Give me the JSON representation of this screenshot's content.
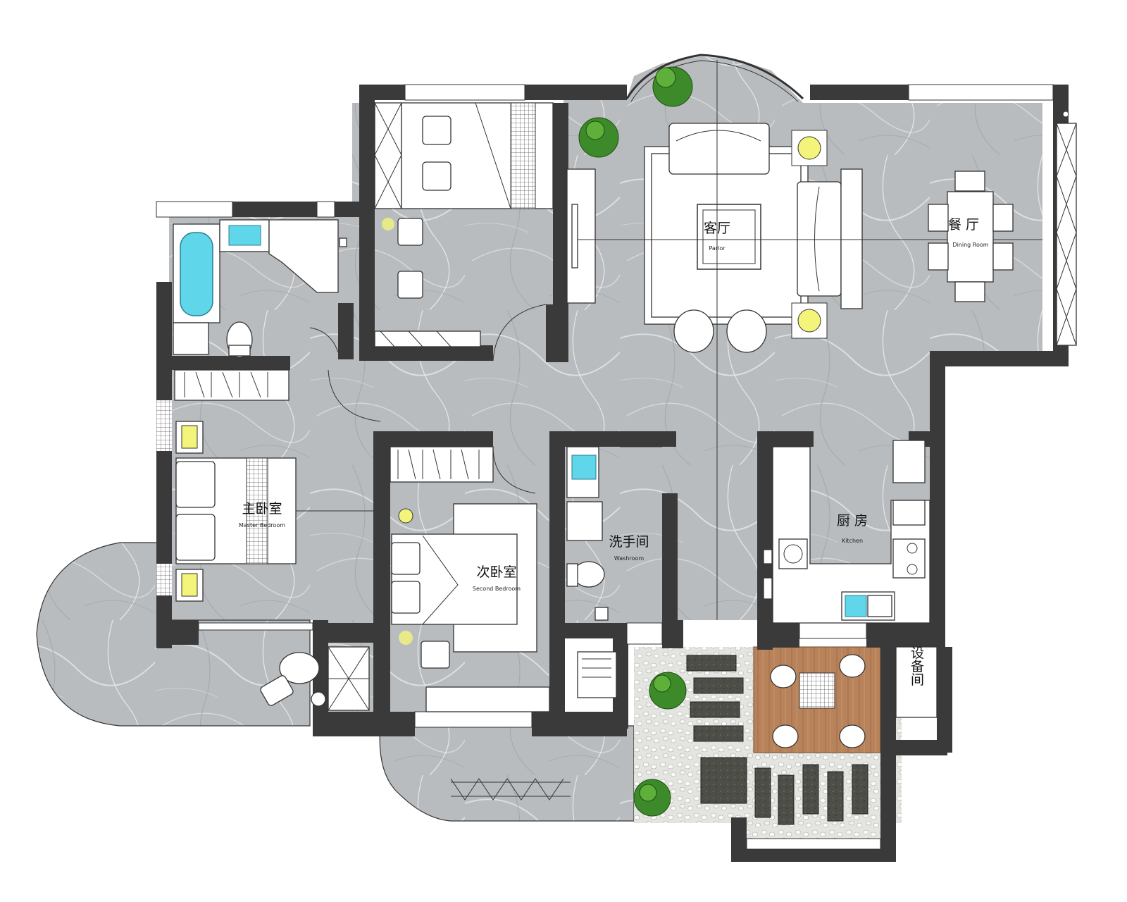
{
  "rooms": {
    "parlor": {
      "cn": "客厅",
      "en": "Parlor"
    },
    "dining": {
      "cn": "餐  厅",
      "en": "Dining Room"
    },
    "master": {
      "cn": "主卧室",
      "en": "Master Bedroom"
    },
    "second": {
      "cn": "次卧室",
      "en": "Second Bedroom"
    },
    "washroom": {
      "cn": "洗手间",
      "en": "Washroom"
    },
    "kitchen": {
      "cn": "厨 房",
      "en": "Kitchen"
    },
    "equipment": {
      "cn": "设备间"
    }
  },
  "colors": {
    "wall": "#3a3a3a",
    "marble": "#b9bcbf",
    "deck": "#b8825a",
    "gravel": "#e4e4e0",
    "water": "#5fd6ea",
    "plant": "#3d8a2a",
    "lamp": "#f4f47a"
  }
}
